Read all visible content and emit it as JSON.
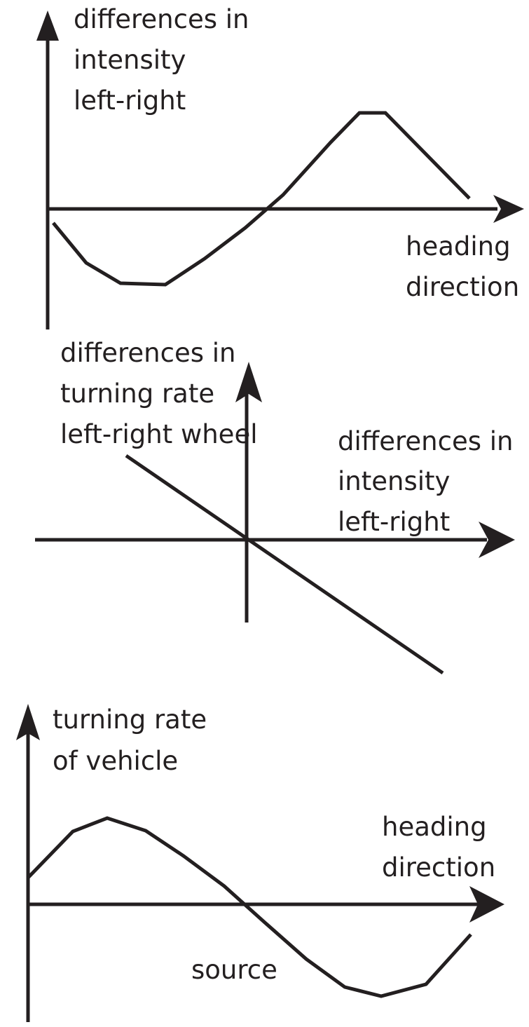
{
  "colors": {
    "ink": "#231f20",
    "background": "#ffffff"
  },
  "panels": [
    {
      "y_axis_label": [
        "differences in",
        "intensity",
        "left-right"
      ],
      "x_axis_label": [
        "heading",
        "direction"
      ]
    },
    {
      "y_axis_label": [
        "differences in",
        "turning rate",
        "left-right wheel"
      ],
      "x_axis_label": [
        "differences in",
        "intensity",
        "left-right"
      ]
    },
    {
      "y_axis_label": [
        "turning rate",
        "of vehicle"
      ],
      "x_axis_label": [
        "heading",
        "direction"
      ],
      "annotation": "source"
    }
  ]
}
